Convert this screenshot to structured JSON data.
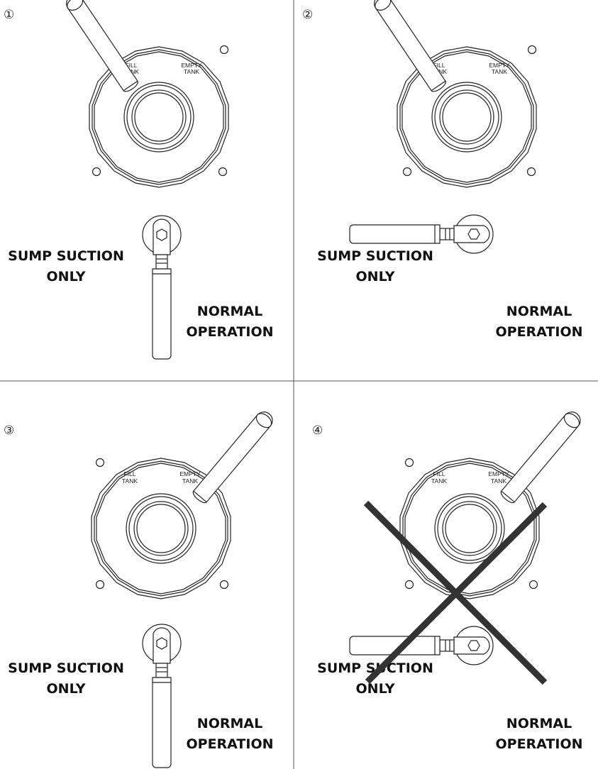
{
  "panels": [
    {
      "number": "①",
      "dial_labels": {
        "fill": [
          "FILL",
          "TANK"
        ],
        "empty": [
          "EMPTY",
          "TANK"
        ]
      },
      "dial_position": "FILL TANK",
      "sump_label": [
        "SUMP SUCTION",
        "ONLY"
      ],
      "normal_label": [
        "NORMAL",
        "OPERATION"
      ],
      "sump_valve_position": "NORMAL OPERATION",
      "crossed_out": false
    },
    {
      "number": "②",
      "dial_labels": {
        "fill": [
          "FILL",
          "TANK"
        ],
        "empty": [
          "EMPTY",
          "TANK"
        ]
      },
      "dial_position": "FILL TANK",
      "sump_label": [
        "SUMP SUCTION",
        "ONLY"
      ],
      "normal_label": [
        "NORMAL",
        "OPERATION"
      ],
      "sump_valve_position": "SUMP SUCTION ONLY",
      "crossed_out": false
    },
    {
      "number": "③",
      "dial_labels": {
        "fill": [
          "FILL",
          "TANK"
        ],
        "empty": [
          "EMPTY",
          "TANK"
        ]
      },
      "dial_position": "EMPTY TANK",
      "sump_label": [
        "SUMP SUCTION",
        "ONLY"
      ],
      "normal_label": [
        "NORMAL",
        "OPERATION"
      ],
      "sump_valve_position": "NORMAL OPERATION",
      "crossed_out": false
    },
    {
      "number": "④",
      "dial_labels": {
        "fill": [
          "FILL",
          "TANK"
        ],
        "empty": [
          "EMPTY",
          "TANK"
        ]
      },
      "dial_position": "EMPTY TANK",
      "sump_label": [
        "SUMP SUCTION",
        "ONLY"
      ],
      "normal_label": [
        "NORMAL",
        "OPERATION"
      ],
      "sump_valve_position": "SUMP SUCTION ONLY",
      "crossed_out": true
    }
  ],
  "colors": {
    "line": "#222222",
    "cross": "#333333",
    "background": "#ffffff"
  }
}
